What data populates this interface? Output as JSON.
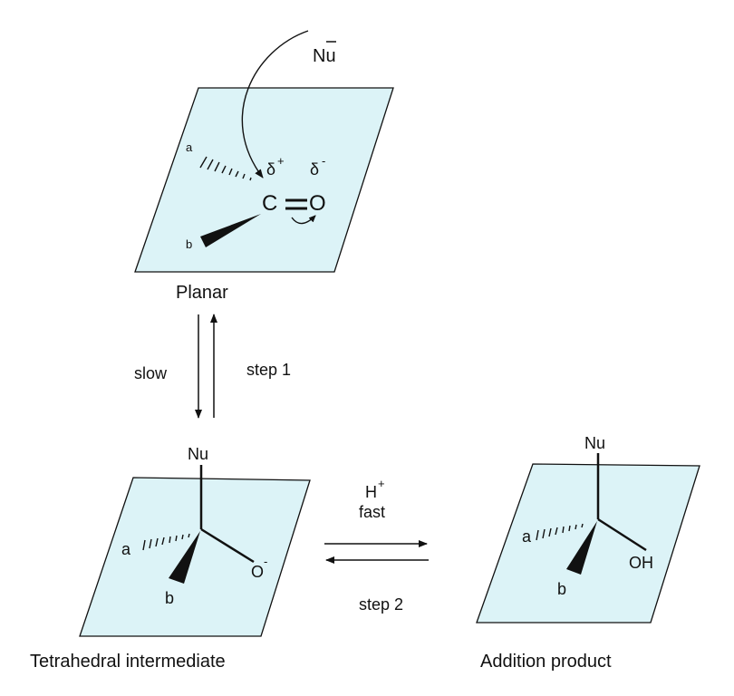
{
  "colors": {
    "plane_fill": "#dcf3f7",
    "stroke": "#111111"
  },
  "reagent": {
    "nucleophile": "Nu"
  },
  "planar": {
    "caption": "Planar",
    "carbon": "C",
    "oxygen": "O",
    "delta_plus": "δ",
    "delta_plus_sign": "+",
    "delta_minus": "δ",
    "delta_minus_sign": "-",
    "sub_a": "a",
    "sub_b": "b"
  },
  "step1": {
    "forward_label": "slow",
    "reverse_label": "step 1"
  },
  "intermediate": {
    "caption": "Tetrahedral intermediate",
    "nu": "Nu",
    "sub_a": "a",
    "sub_b": "b",
    "oxygen": "O",
    "charge": "-"
  },
  "step2": {
    "reagent": "H",
    "reagent_charge": "+",
    "rate_label": "fast",
    "step_label": "step 2"
  },
  "product": {
    "caption": "Addition product",
    "nu": "Nu",
    "sub_a": "a",
    "sub_b": "b",
    "oh": "OH"
  }
}
